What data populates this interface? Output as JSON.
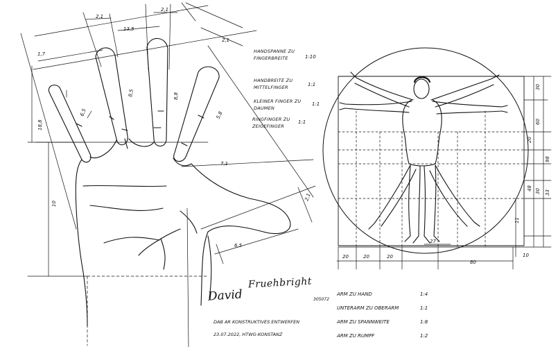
{
  "hand": {
    "dims": {
      "finger_width_a": "2,1",
      "finger_width_b": "2,1",
      "span_top": "13,5",
      "pinky_offset": "1,7",
      "thumb_width": "2,1",
      "pinky_len": "6,5",
      "ring_len": "8,5",
      "middle_len": "8,8",
      "index_len": "5,8",
      "thumb_len": "7,1",
      "left_tall": "18,8",
      "palm_len": "10",
      "thumb_side": "2,1",
      "wrist": "6,5"
    },
    "notes": [
      {
        "text1": "Handspanne zu",
        "text2": "Fingerbreite",
        "ratio": "1:10"
      },
      {
        "text1": "Handbreite zu",
        "text2": "Mittelfinger",
        "ratio": "1:1"
      },
      {
        "text1": "Kleiner Finger zu",
        "text2": "Daumen",
        "ratio": "1:1"
      },
      {
        "text1": "Ringfinger zu",
        "text2": "Zeigefinger",
        "ratio": "1:1"
      }
    ]
  },
  "figure": {
    "bottom_dims": [
      "20",
      "20",
      "20",
      "80"
    ],
    "small_dim": "27",
    "right_dims": [
      "30",
      "60",
      "20",
      "98",
      "48",
      "33",
      "30",
      "11",
      "10"
    ]
  },
  "footer": {
    "signature_first": "David",
    "signature_last": "Fruehbright",
    "signature_id": "305072",
    "line1": "DAB AR Konstruktives Entwerfen",
    "line2": "23.07.2022, HTWG-Konstanz",
    "ratios": [
      {
        "label": "Arm zu Hand",
        "value": "1:4"
      },
      {
        "label": "Unterarm zu Oberarm",
        "value": "1:1"
      },
      {
        "label": "Arm zu Spannweite",
        "value": "1:8"
      },
      {
        "label": "Arm zu Rumpf",
        "value": "1:2"
      }
    ]
  }
}
